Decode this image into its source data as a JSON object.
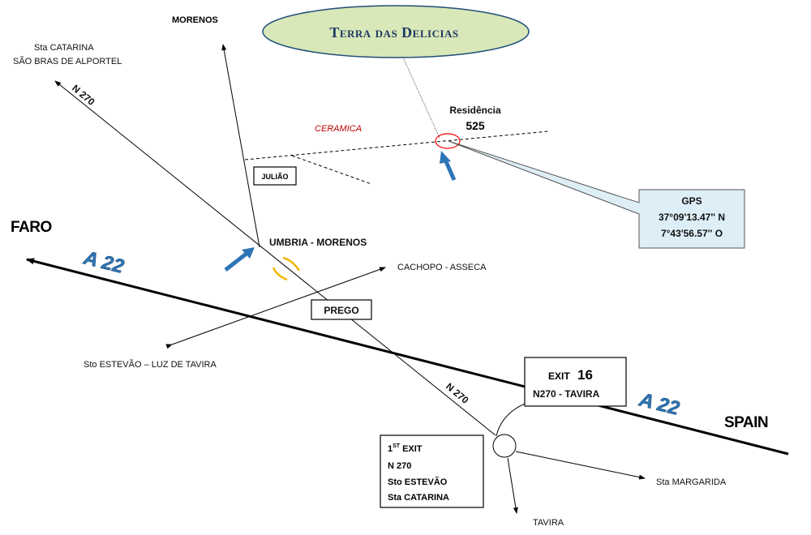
{
  "places": {
    "morenos": "MORENOS",
    "sta_catarina": "Sta CATARINA",
    "sao_bras": "SÃO BRAS DE ALPORTEL",
    "ceramica": "CERAMICA",
    "juliao": "JULIÃO",
    "faro": "FARO",
    "umbria_morenos": "UMBRIA - MORENOS",
    "cachopo_asseca": "CACHOPO - ASSECA",
    "prego": "PREGO",
    "sto_estevao_luz": "Sto ESTEVÃO – LUZ DE TAVIRA",
    "spain": "SPAIN",
    "sta_margarida": "Sta MARGARIDA",
    "tavira": "TAVIRA"
  },
  "roads": {
    "n270_upper": "N 270",
    "n270_lower": "N 270",
    "a22_left": "A 22",
    "a22_right": "A 22"
  },
  "destination": {
    "title": "Terra das Delicias",
    "residencia_label": "Residência",
    "residencia_number": "525"
  },
  "gps": {
    "label": "GPS",
    "lat": "37°09'13.47'' N",
    "lon": "7°43'56.57'' O"
  },
  "exit16": {
    "label": "EXIT",
    "number": "16",
    "road": "N270  -  TAVIRA"
  },
  "first_exit": {
    "num": "1",
    "sup": "ST",
    "word": "EXIT",
    "lines": [
      "N 270",
      "Sto ESTEVÃO",
      "Sta CATARINA"
    ]
  },
  "colors": {
    "ellipse_fill": "#D8E8B8",
    "ellipse_stroke": "#1F4E79",
    "title_color": "#1F3864",
    "gps_fill": "#DDEEF6",
    "arrow_blue": "#2E75B6",
    "ceramica_red": "#C00000",
    "bend_yellow": "#F2B800",
    "marker_red": "#FF0000"
  }
}
